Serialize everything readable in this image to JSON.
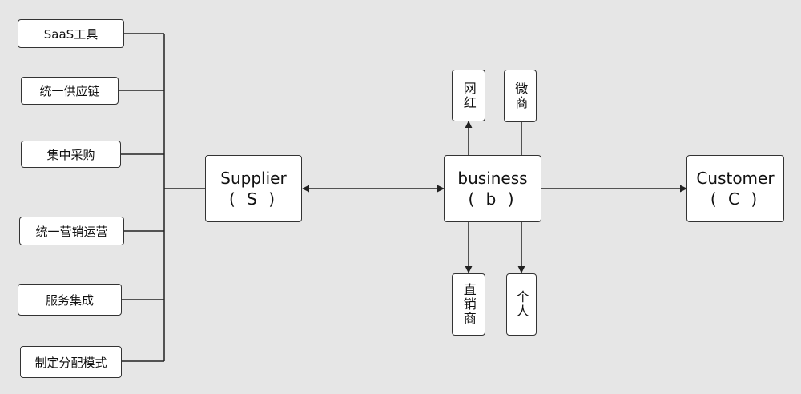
{
  "feature_boxes": [
    {
      "label": "SaaS工具"
    },
    {
      "label": "统一供应链"
    },
    {
      "label": "集中采购"
    },
    {
      "label": "统一营销运营"
    },
    {
      "label": "服务集成"
    },
    {
      "label": "制定分配模式"
    }
  ],
  "nodes": {
    "supplier": {
      "title": "Supplier",
      "sub": "( S )"
    },
    "business": {
      "title": "business",
      "sub": "( b )"
    },
    "customer": {
      "title": "Customer",
      "sub": "( C )"
    }
  },
  "channels_top": [
    {
      "label": "网红"
    },
    {
      "label": "微商"
    }
  ],
  "channels_bottom": [
    {
      "label": "直销商"
    },
    {
      "label": "个人"
    }
  ]
}
